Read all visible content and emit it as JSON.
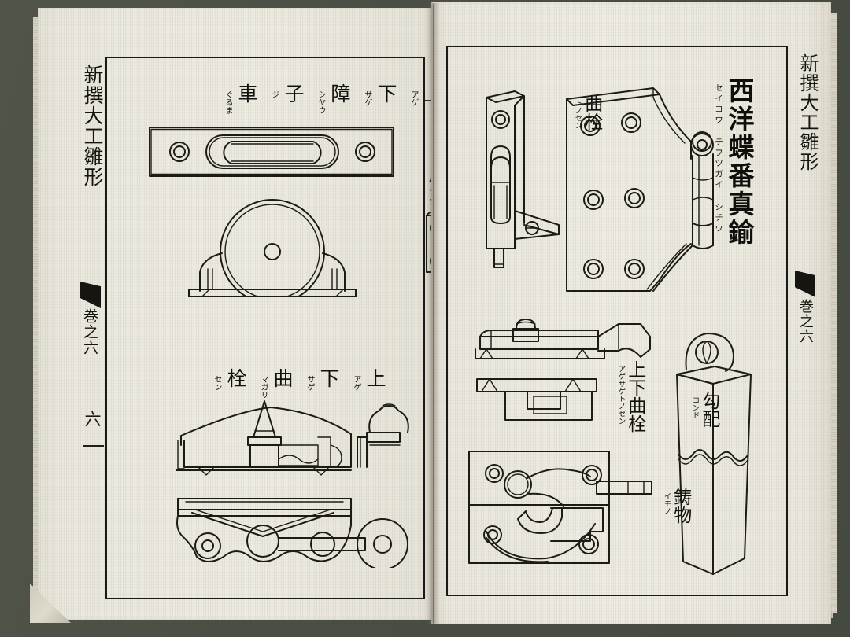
{
  "artifact": {
    "kind": "woodblock-printed-book-spread",
    "background_color": "#4b4f46",
    "paper_color": "#e9e6dc",
    "ink_color": "#1d1b16"
  },
  "book": {
    "title": "新撰大工雛形",
    "volume": "巻之六",
    "page_number": "六"
  },
  "left_page": {
    "spine_title": "新撰大工雛形",
    "spine_volume": "巻之六",
    "page_number": "六",
    "captions": [
      {
        "id": "shoji-wheel",
        "reading_order": "right-to-left",
        "groups": [
          {
            "main": "上",
            "ruby": "アゲ"
          },
          {
            "main": "下",
            "ruby": "サゲ"
          },
          {
            "main": "障",
            "ruby": "シヤウ"
          },
          {
            "main": "子",
            "ruby": "ジ"
          },
          {
            "main": "車",
            "ruby": "ぐるま"
          }
        ],
        "plain": "上ゲ下ゲ障子車"
      },
      {
        "id": "bent-bolt",
        "reading_order": "right-to-left",
        "groups": [
          {
            "main": "上",
            "ruby": "アゲ"
          },
          {
            "main": "下",
            "ruby": "サゲ"
          },
          {
            "main": "曲",
            "ruby": "マガリ"
          },
          {
            "main": "栓",
            "ruby": "セン"
          }
        ],
        "plain": "上ゲ下ゲ曲リ栓"
      }
    ],
    "part_label": {
      "main": "座金",
      "plain": "座金"
    }
  },
  "right_page": {
    "spine_title": "新撰大工雛形",
    "spine_volume": "巻之六",
    "title": "西洋蝶番真鍮",
    "title_ruby": "セイヨウ テフツガイ シチウ",
    "labels": [
      {
        "id": "bent-bolt-label",
        "main": "曲栓",
        "ruby": "トノセン",
        "plain": "曲リ栓"
      },
      {
        "id": "updown-bolt-label",
        "main": "上下曲栓",
        "ruby": "アゲサゲトノセン",
        "plain": "上下曲栓"
      },
      {
        "id": "taper-label",
        "main": "勾配",
        "ruby": "コンド",
        "plain": "勾配"
      },
      {
        "id": "casting-label",
        "main": "鋳物",
        "ruby": "イモノ",
        "plain": "鋳物"
      }
    ]
  }
}
